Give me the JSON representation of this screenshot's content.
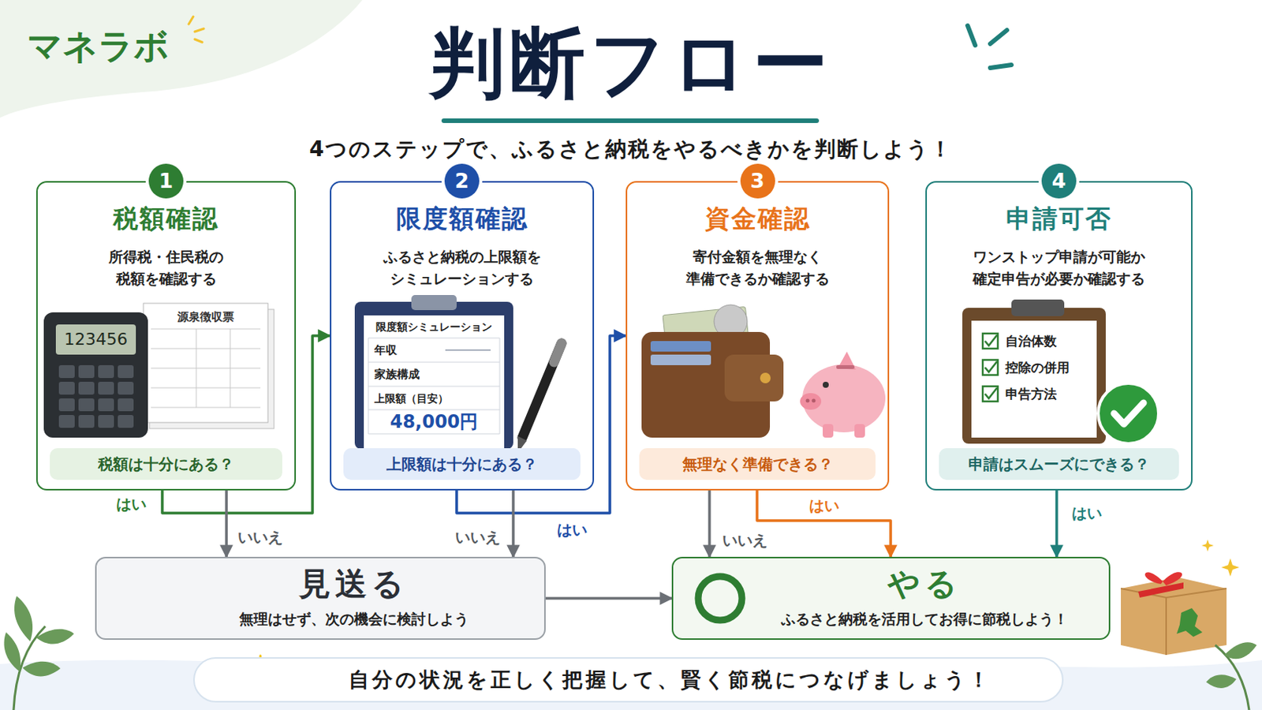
{
  "diagram": {
    "title": "判断フロー",
    "nodes": [
      {
        "text": [
          "1",
          "税額確認",
          "所得税・住民税の 税額を確認する",
          "税額は十分にある？"
        ]
      },
      {
        "text": [
          "2",
          "限度額確認",
          "ふるさと納税の上限額を シミュレーションする",
          "上限額は十分にある？"
        ]
      },
      {
        "text": [
          "3",
          "資金確認",
          "寄付金額を無理なく 準備できるか確認する",
          "無理なく準備できる？"
        ]
      },
      {
        "text": [
          "4",
          "申請可否",
          "ワンストップ申請が可能か 確定申告が必要か確認する",
          "申請はスムーズにできる？"
        ]
      },
      {
        "text": [
          "見送る",
          "無理はせず、次の機会に検討しよう"
        ]
      },
      {
        "text": [
          "やる",
          "ふるさと納税を活用してお得に節税しよう！"
        ]
      },
      {
        "text": [
          "自分の状況を正しく把握して、賢く節税につなげましょう！"
        ]
      }
    ],
    "edges": [
      {
        "from": 0,
        "to": 1,
        "label": "はい",
        "arrow": "to"
      },
      {
        "from": 0,
        "to": 4,
        "label": "いいえ",
        "arrow": "to"
      },
      {
        "from": 1,
        "to": 2,
        "label": "はい",
        "arrow": "to"
      },
      {
        "from": 1,
        "to": 4,
        "label": "いいえ",
        "arrow": "to"
      },
      {
        "from": 2,
        "to": 5,
        "label": "はい",
        "arrow": "to"
      },
      {
        "from": 2,
        "to": 5,
        "label": "いいえ",
        "arrow": "to"
      },
      {
        "from": 3,
        "to": 5,
        "label": "はい",
        "arrow": "to"
      },
      {
        "from": 4,
        "to": 5,
        "arrow": "to"
      }
    ],
    "labels": [
      "マネラボ",
      "4つのステップで、ふるさと納税をやるべきかを判断しよう！",
      "123456",
      "源泉徴収票",
      "限度額シミュレーション",
      "年収",
      "家族構成",
      "上限額（目安）",
      "48,000円",
      "自治体数",
      "控除の併用",
      "申告方法"
    ]
  }
}
